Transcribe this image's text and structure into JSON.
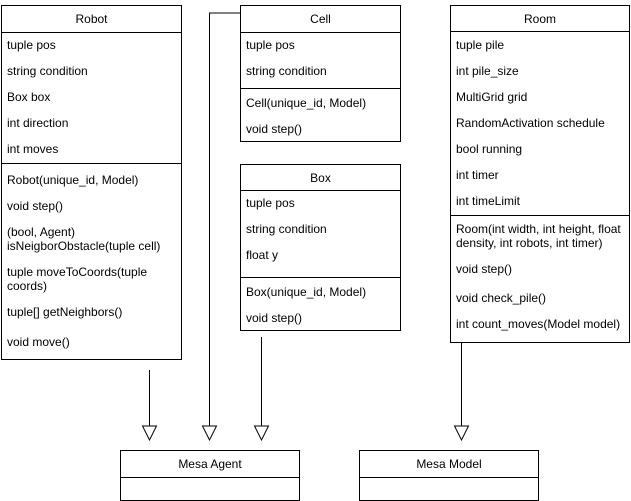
{
  "classes": {
    "robot": {
      "name": "Robot",
      "attributes": [
        "tuple pos",
        "string condition",
        "Box box",
        "int direction",
        "int moves"
      ],
      "methods": [
        "Robot(unique_id, Model)",
        "void step()",
        "(bool, Agent) isNeigborObstacle(tuple cell)",
        "tuple moveToCoords(tuple coords)",
        "tuple[] getNeighbors()",
        "void move()"
      ]
    },
    "cell": {
      "name": "Cell",
      "attributes": [
        "tuple pos",
        "string condition"
      ],
      "methods": [
        "Cell(unique_id, Model)",
        "void step()"
      ]
    },
    "box": {
      "name": "Box",
      "attributes": [
        "tuple pos",
        "string condition",
        "float y"
      ],
      "methods": [
        "Box(unique_id, Model)",
        "void step()"
      ]
    },
    "room": {
      "name": "Room",
      "attributes": [
        "tuple pile",
        "int pile_size",
        "MultiGrid grid",
        "RandomActivation schedule",
        "bool running",
        "int timer",
        "int timeLimit"
      ],
      "methods": [
        "Room(int width, int height, float density, int robots, int timer)",
        "void step()",
        "void check_pile()",
        "int count_moves(Model model)"
      ]
    },
    "mesa_agent": {
      "name": "Mesa Agent"
    },
    "mesa_model": {
      "name": "Mesa Model"
    }
  }
}
